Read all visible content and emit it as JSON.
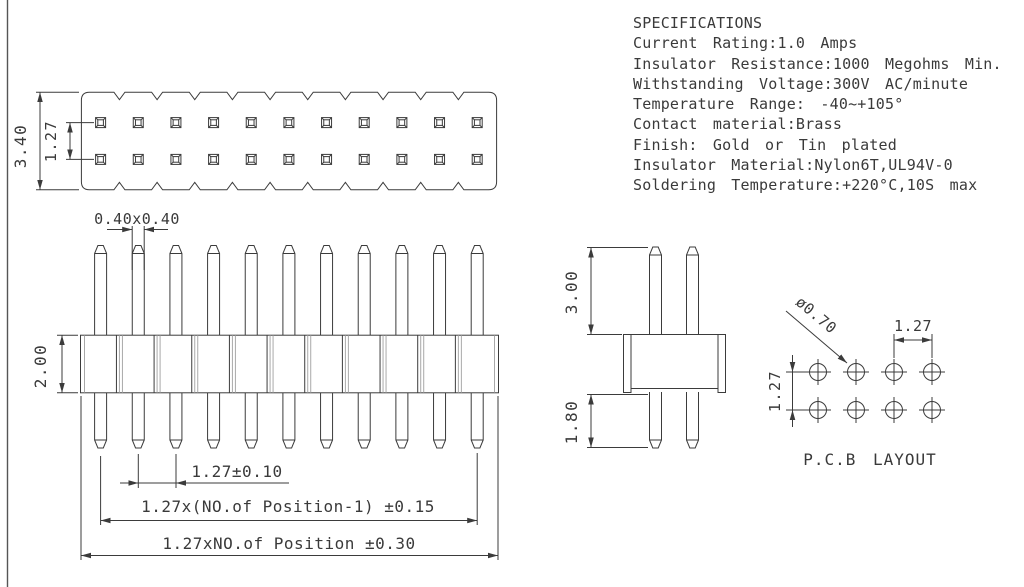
{
  "specifications": {
    "title": "SPECIFICATIONS",
    "lines": [
      "Current Rating:1.0 Amps",
      "Insulator Resistance:1000 Megohms Min.",
      "Withstanding Voltage:300V AC/minute",
      "Temperature Range: -40~+105°",
      "Contact material:Brass",
      "Finish: Gold or Tin plated",
      "Insulator Material:Nylon6T,UL94V-0",
      "Soldering Temperature:+220°C,10S max"
    ]
  },
  "top_view": {
    "positions": 11,
    "rows": 2,
    "dim_height": "3.40",
    "dim_row_pitch": "1.27"
  },
  "front_view": {
    "dim_pin_section": "0.40x0.40",
    "dim_body_height": "2.00",
    "dim_pin_pitch": "1.27±0.10",
    "dim_pins_span": "1.27x(NO.of Position-1) ±0.15",
    "dim_body_span": "1.27xNO.of Position ±0.30"
  },
  "end_view": {
    "pins": 2,
    "dim_top_pin": "3.00",
    "dim_bottom_pin": "1.80"
  },
  "pcb_layout": {
    "title": "P.C.B LAYOUT",
    "hole_cols": 4,
    "hole_rows": 2,
    "dim_hole_dia": "ø0.70",
    "dim_pitch_h": "1.27",
    "dim_pitch_v": "1.27"
  },
  "colors": {
    "line": "#3b3b3b",
    "line_light": "#a8a8a8",
    "background": "#ffffff"
  }
}
